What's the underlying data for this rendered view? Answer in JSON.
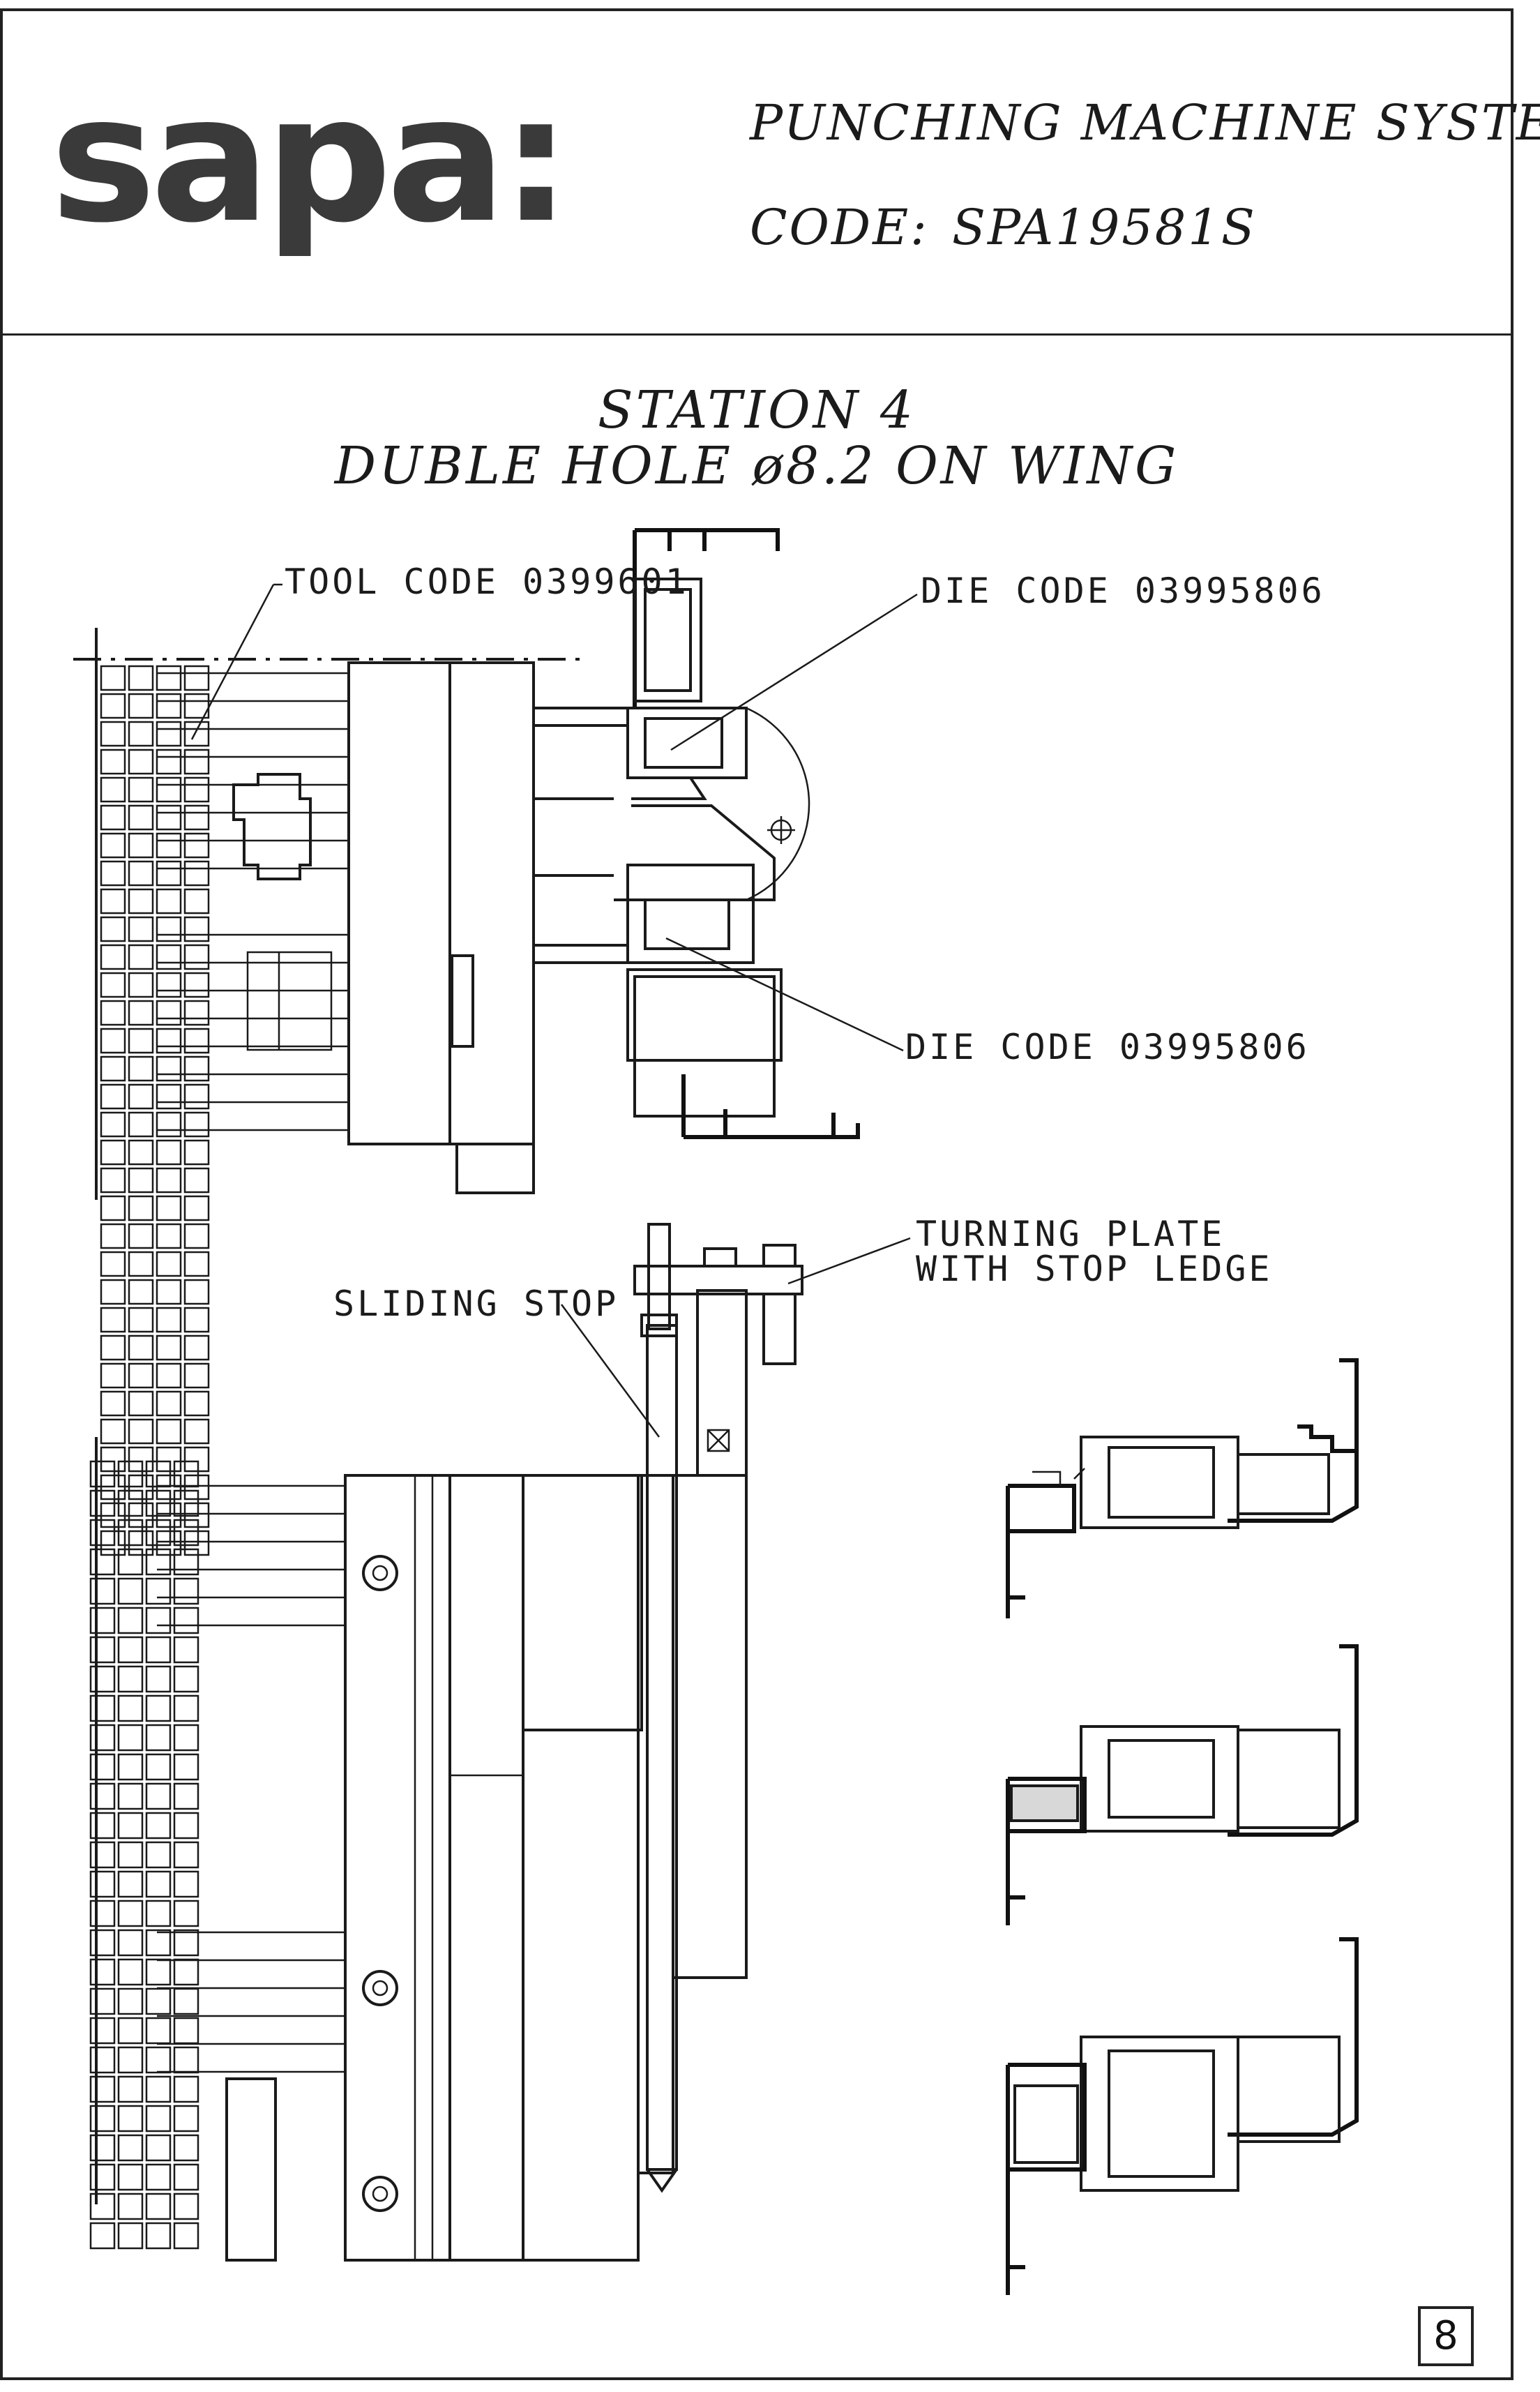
{
  "header": {
    "logo_text": "sapa:",
    "system_title": "PUNCHING MACHINE SYSTEM",
    "code_label": "CODE:",
    "code_value": "SPA19581S"
  },
  "drawing": {
    "station": "STATION 4",
    "operation": "DUBLE HOLE ø8.2 ON WING"
  },
  "callouts": {
    "tool_code": "TOOL CODE 0399601",
    "die_code_upper": "DIE CODE 03995806",
    "die_code_lower": "DIE CODE 03995806",
    "turning_plate_line1": "TURNING PLATE",
    "turning_plate_line2": "WITH STOP LEDGE",
    "sliding_stop": "SLIDING STOP"
  },
  "page_number": "8"
}
